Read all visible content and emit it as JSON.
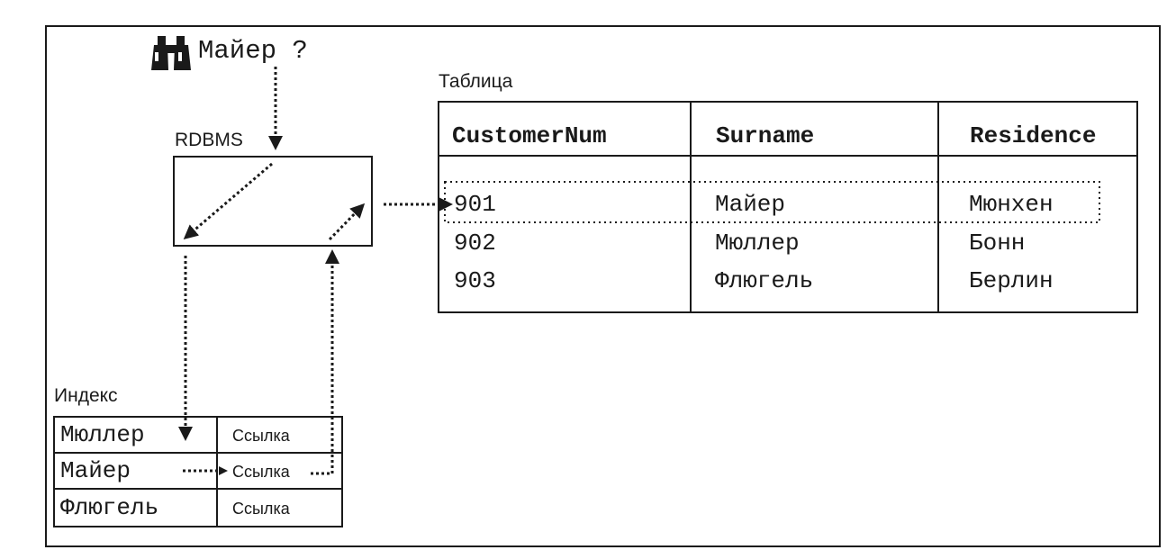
{
  "query": {
    "text": "Майер ?",
    "icon": "binoculars-icon"
  },
  "rdbms": {
    "label": "RDBMS"
  },
  "table": {
    "caption": "Таблица",
    "headers": [
      "CustomerNum",
      "Surname",
      "Residence"
    ],
    "rows": [
      [
        "901",
        "Майер",
        "Мюнхен"
      ],
      [
        "902",
        "Мюллер",
        "Бонн"
      ],
      [
        "903",
        "Флюгель",
        "Берлин"
      ]
    ],
    "highlighted_row": 0
  },
  "index": {
    "caption": "Индекс",
    "rows": [
      {
        "name": "Мюллер",
        "ref": "Ссылка"
      },
      {
        "name": "Майер",
        "ref": "Ссылка"
      },
      {
        "name": "Флюгель",
        "ref": "Ссылка"
      }
    ]
  },
  "colors": {
    "ink": "#1a1a1a",
    "background": "#ffffff"
  }
}
